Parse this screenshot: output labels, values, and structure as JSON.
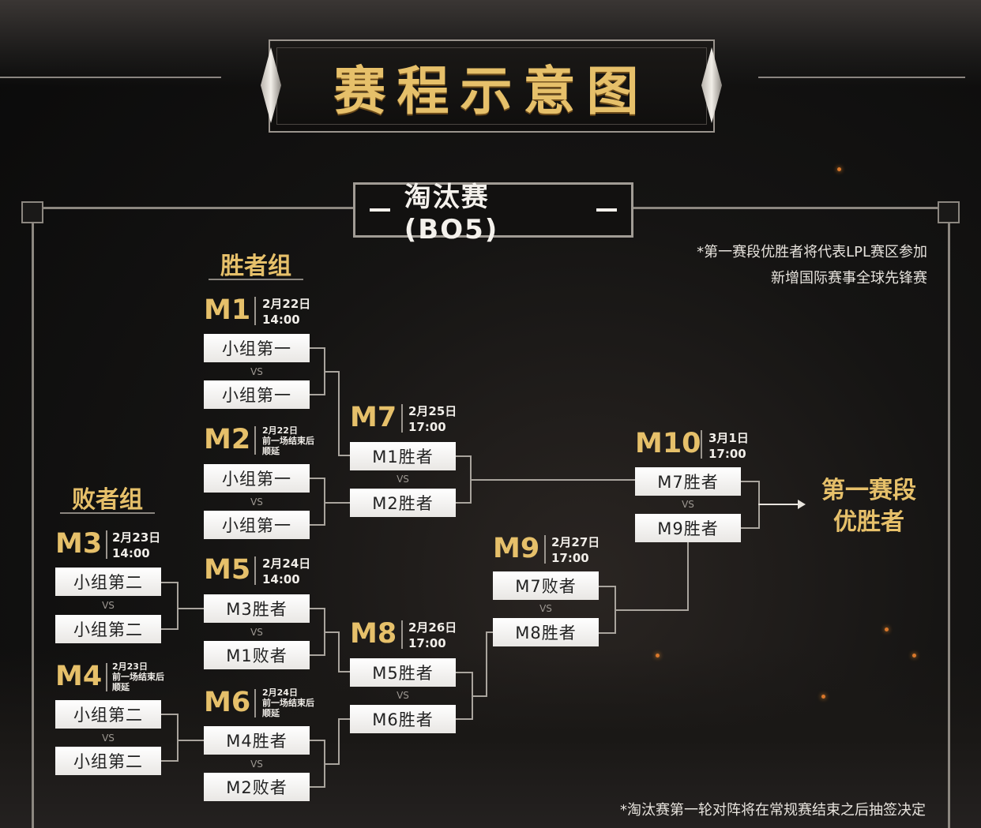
{
  "title": "赛程示意图",
  "subtitle": "淘汰赛(BO5)",
  "note_top": [
    "*第一赛段优胜者将代表LPL赛区参加",
    "新增国际赛事全球先锋赛"
  ],
  "note_bottom": "*淘汰赛第一轮对阵将在常规赛结束之后抽签决定",
  "winners_group": "胜者组",
  "losers_group": "败者组",
  "vs_label": "VS",
  "final": [
    "第一赛段",
    "优胜者"
  ],
  "matches": {
    "M1": {
      "code": "M1",
      "date": [
        "2月22日",
        "14:00"
      ],
      "teams": [
        "小组第一",
        "小组第一"
      ]
    },
    "M2": {
      "code": "M2",
      "date": [
        "2月22日",
        "前一场结束后",
        "顺延"
      ],
      "teams": [
        "小组第一",
        "小组第一"
      ]
    },
    "M3": {
      "code": "M3",
      "date": [
        "2月23日",
        "14:00"
      ],
      "teams": [
        "小组第二",
        "小组第二"
      ]
    },
    "M4": {
      "code": "M4",
      "date": [
        "2月23日",
        "前一场结束后",
        "顺延"
      ],
      "teams": [
        "小组第二",
        "小组第二"
      ]
    },
    "M5": {
      "code": "M5",
      "date": [
        "2月24日",
        "14:00"
      ],
      "teams": [
        "M3胜者",
        "M1败者"
      ]
    },
    "M6": {
      "code": "M6",
      "date": [
        "2月24日",
        "前一场结束后",
        "顺延"
      ],
      "teams": [
        "M4胜者",
        "M2败者"
      ]
    },
    "M7": {
      "code": "M7",
      "date": [
        "2月25日",
        "17:00"
      ],
      "teams": [
        "M1胜者",
        "M2胜者"
      ]
    },
    "M8": {
      "code": "M8",
      "date": [
        "2月26日",
        "17:00"
      ],
      "teams": [
        "M5胜者",
        "M6胜者"
      ]
    },
    "M9": {
      "code": "M9",
      "date": [
        "2月27日",
        "17:00"
      ],
      "teams": [
        "M7败者",
        "M8胜者"
      ]
    },
    "M10": {
      "code": "M10",
      "date": [
        "3月1日",
        "17:00"
      ],
      "teams": [
        "M7胜者",
        "M9胜者"
      ]
    }
  },
  "colors": {
    "gold": "#e6c06a",
    "line": "#a9a49d",
    "card": "#ffffff"
  }
}
